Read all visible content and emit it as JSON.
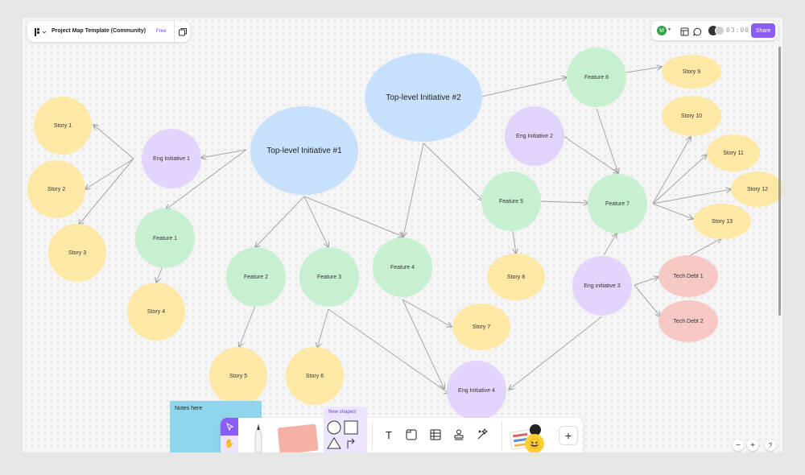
{
  "header": {
    "title": "Project Map Template (Community)",
    "plan_badge": "Free",
    "avatar_initial": "M",
    "timer": "03:00",
    "share_label": "Share"
  },
  "nodes": {
    "story1": "Story 1",
    "story2": "Story 2",
    "story3": "Story 3",
    "story4": "Story 4",
    "story5": "Story 5",
    "story6": "Story 6",
    "story7": "Story 7",
    "story8": "Story 8",
    "story9": "Story 9",
    "story10": "Story 10",
    "story11": "Story 11",
    "story12": "Story 12",
    "story13": "Story 13",
    "eng1": "Eng Initiative 1",
    "eng2": "Eng Initiative 2",
    "eng3": "Eng initiative 3",
    "eng4": "Eng Initiative 4",
    "feature1": "Feature 1",
    "feature2": "Feature 2",
    "feature3": "Feature 3",
    "feature4": "Feature 4",
    "feature5": "Feature 5",
    "feature6": "Feature 6",
    "feature7": "Feature 7",
    "tli1": "Top-level Initiative #1",
    "tli2": "Top-level Initiative #2",
    "techdebt1": "Tech Debt 1",
    "techdebt2": "Tech Debt 2"
  },
  "sticky_note": "Notes here",
  "toolbar": {
    "new_shapes_label": "New shapes!"
  },
  "zoom": {
    "minus": "−",
    "plus": "+",
    "help": "?"
  },
  "colors": {
    "accent": "#8b5cf6",
    "story": "#fde8a6",
    "eng": "#e3d4fb",
    "feature": "#c6f0d0",
    "initiative": "#c7e0fb",
    "debt": "#f6c9c4",
    "sticky": "#8fd5ec"
  }
}
